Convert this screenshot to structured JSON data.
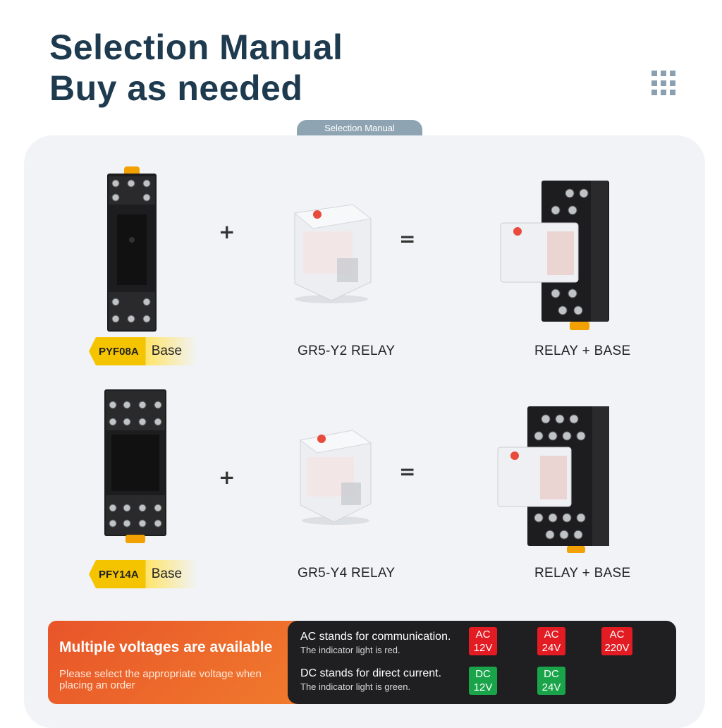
{
  "header": {
    "title_line1": "Selection Manual",
    "title_line2": "Buy as needed",
    "menu_icon": "grid-icon"
  },
  "tab_label": "Selection Manual",
  "rows": [
    {
      "base_code": "PYF08A",
      "base_word": "Base",
      "plus": "+",
      "equals": "=",
      "relay_label": "GR5-Y2 RELAY",
      "result_label": "RELAY + BASE"
    },
    {
      "base_code": "PFY14A",
      "base_word": "Base",
      "plus": "+",
      "equals": "=",
      "relay_label": "GR5-Y4 RELAY",
      "result_label": "RELAY + BASE"
    }
  ],
  "voltage_panel": {
    "heading": "Multiple voltages are available",
    "subtext": "Please select the appropriate voltage when placing an order",
    "ac_title": "AC stands for communication.",
    "ac_note": "The indicator light is red.",
    "dc_title": "DC stands for direct current.",
    "dc_note": "The indicator light is green.",
    "ac_options": [
      {
        "type": "AC",
        "voltage": "12V"
      },
      {
        "type": "AC",
        "voltage": "24V"
      },
      {
        "type": "AC",
        "voltage": "220V"
      }
    ],
    "dc_options": [
      {
        "type": "DC",
        "voltage": "12V"
      },
      {
        "type": "DC",
        "voltage": "24V"
      }
    ],
    "colors": {
      "ac": "#e31b23",
      "dc": "#1aa44a",
      "accent": "#ee6a2c",
      "badge": "#f5c400"
    }
  }
}
